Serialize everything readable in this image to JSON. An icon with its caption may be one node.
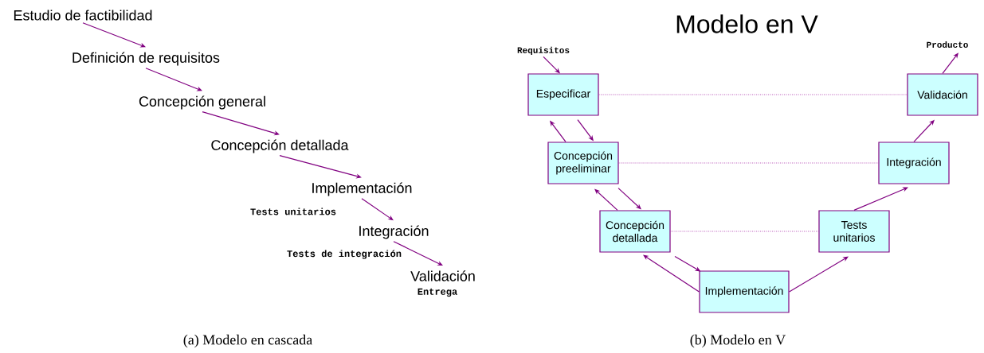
{
  "diagram": {
    "title": "Modelo en V",
    "nodes": [
      {
        "text": [
          "Estudio de factibilidad"
        ]
      },
      {
        "text": [
          "Definición de requisitos"
        ]
      },
      {
        "text": [
          "Concepción general"
        ]
      },
      {
        "text": [
          "Concepción detallada"
        ]
      },
      {
        "text": [
          "Implementación"
        ]
      },
      {
        "text": [
          "Integración"
        ]
      },
      {
        "text": [
          "Validación"
        ]
      },
      {
        "text": [
          "Requisitos"
        ]
      },
      {
        "text": [
          "Especificar"
        ]
      },
      {
        "text": [
          "Concepción preeliminar"
        ]
      },
      {
        "text": [
          "Concepción detallada"
        ]
      },
      {
        "text": [
          "Implementación"
        ]
      },
      {
        "text": [
          "Tests unitarios"
        ]
      },
      {
        "text": [
          "Integración"
        ]
      },
      {
        "text": [
          "Validación"
        ]
      },
      {
        "text": [
          "Producto"
        ]
      }
    ],
    "edges": [
      {
        "from": 0,
        "to": 1,
        "arrow": "to"
      },
      {
        "from": 1,
        "to": 2,
        "arrow": "to"
      },
      {
        "from": 2,
        "to": 3,
        "arrow": "to"
      },
      {
        "from": 3,
        "to": 4,
        "arrow": "to"
      },
      {
        "from": 4,
        "to": 5,
        "arrow": "to"
      },
      {
        "from": 5,
        "to": 6,
        "arrow": "to"
      },
      {
        "from": 7,
        "to": 8,
        "arrow": "to"
      },
      {
        "from": 8,
        "to": 9,
        "arrow": "to"
      },
      {
        "from": 9,
        "to": 8,
        "arrow": "to"
      },
      {
        "from": 9,
        "to": 10,
        "arrow": "to"
      },
      {
        "from": 10,
        "to": 9,
        "arrow": "to"
      },
      {
        "from": 10,
        "to": 11,
        "arrow": "to"
      },
      {
        "from": 11,
        "to": 10,
        "arrow": "to"
      },
      {
        "from": 11,
        "to": 12,
        "arrow": "to"
      },
      {
        "from": 12,
        "to": 13,
        "arrow": "to"
      },
      {
        "from": 13,
        "to": 14,
        "arrow": "to"
      },
      {
        "from": 14,
        "to": 15,
        "arrow": "to"
      },
      {
        "from": 8,
        "to": 14,
        "arrow": "none",
        "style": "dashed",
        "color": "#b040b0"
      },
      {
        "from": 9,
        "to": 13,
        "arrow": "none",
        "style": "dashed",
        "color": "#b040b0"
      },
      {
        "from": 10,
        "to": 12,
        "arrow": "none",
        "style": "dashed",
        "color": "#b040b0"
      }
    ],
    "labels": [
      "Tests unitarios",
      "Tests de integración",
      "Entrega",
      "(a) Modelo en cascada",
      "(b) Modelo en V"
    ]
  }
}
